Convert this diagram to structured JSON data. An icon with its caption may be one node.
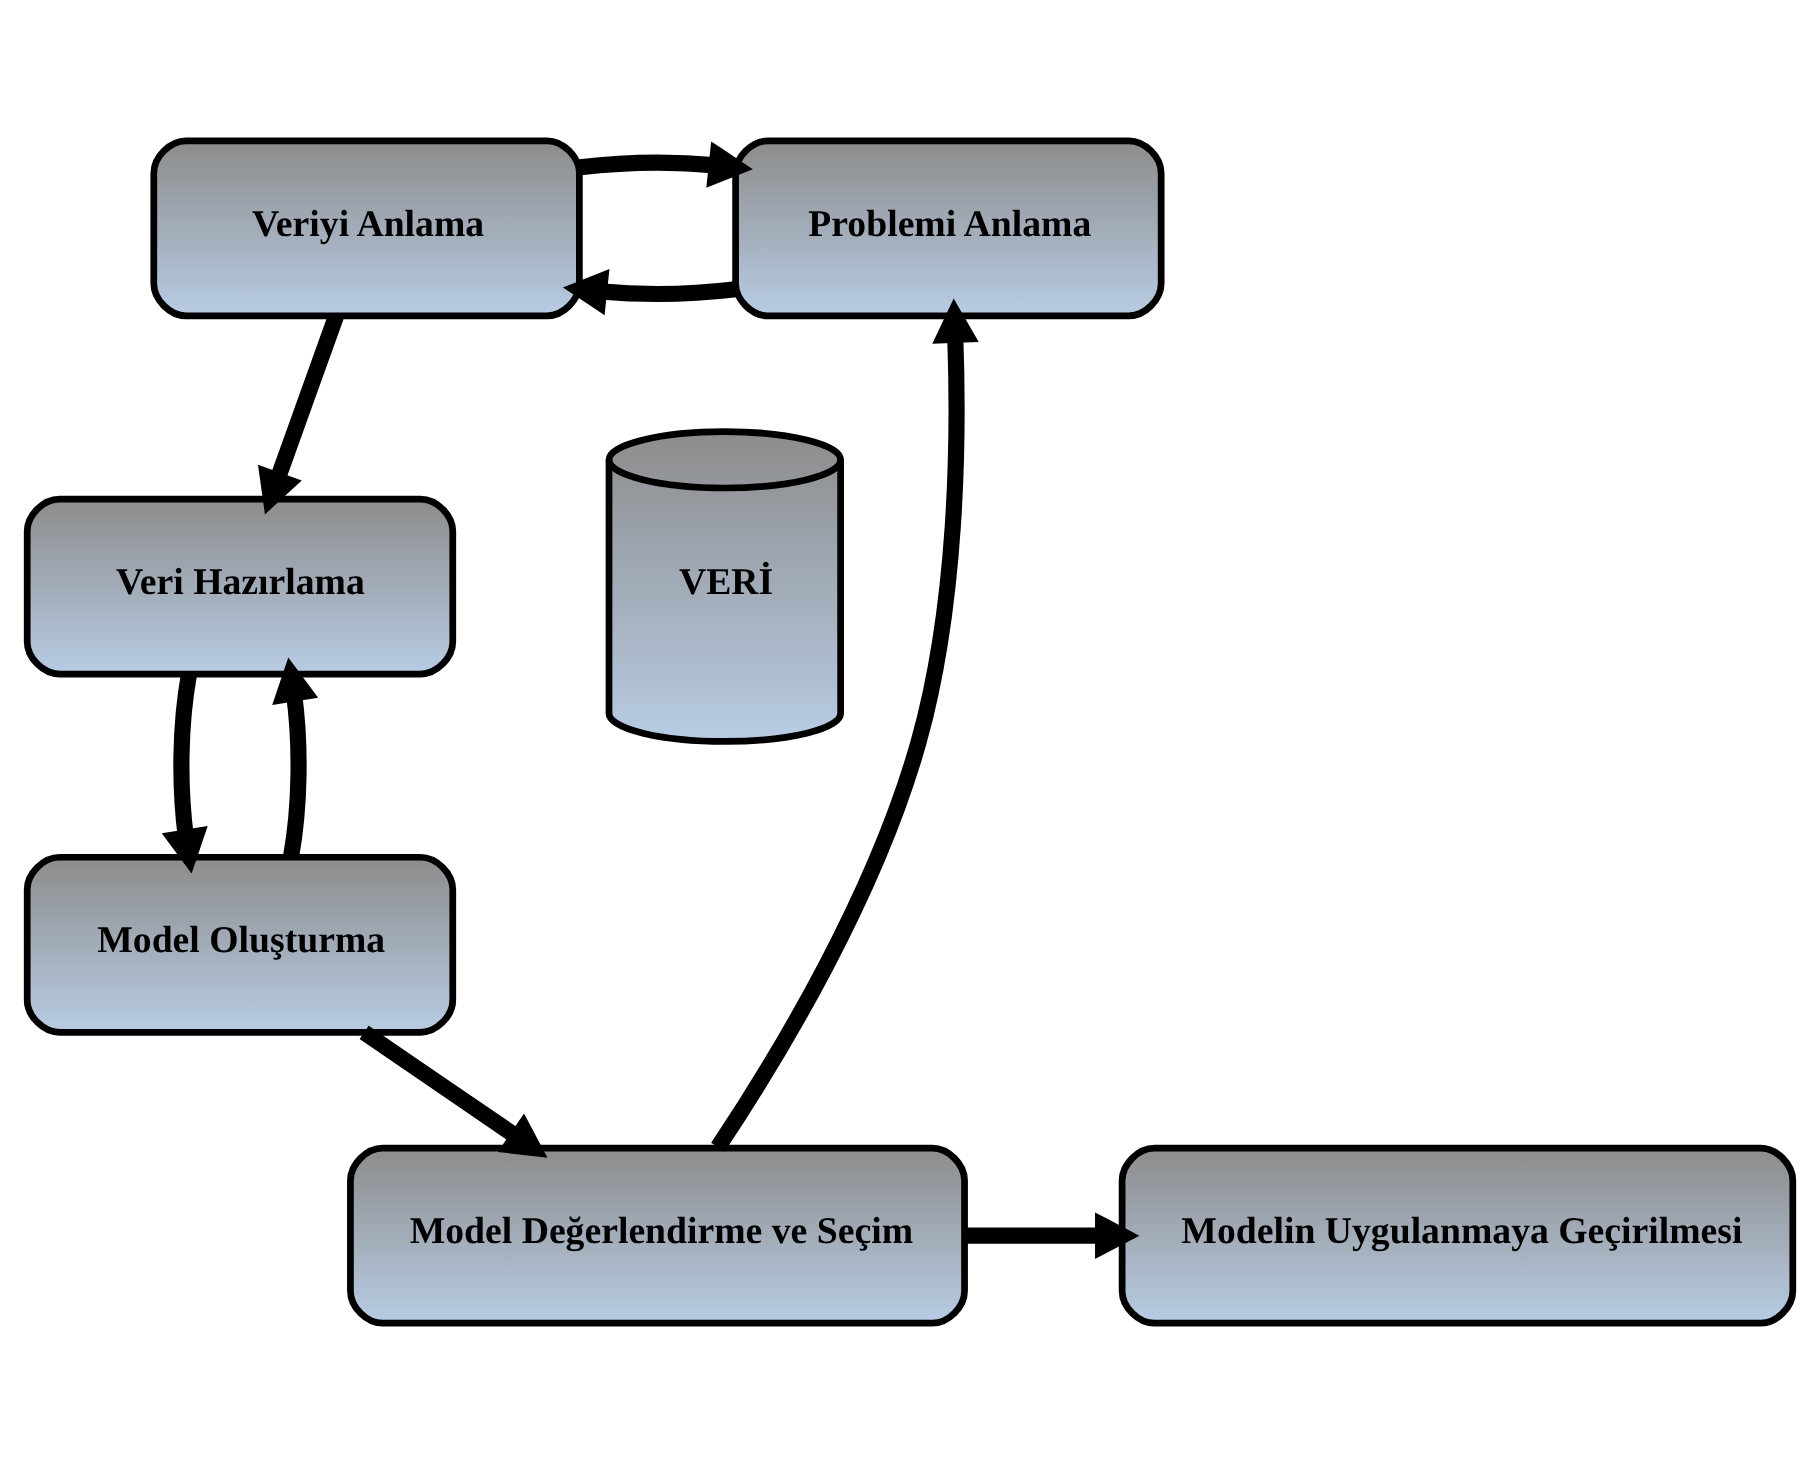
{
  "diagram": {
    "nodes": [
      {
        "text": [
          "Veriyi Anlama"
        ]
      },
      {
        "text": [
          "Veri Hazırlama"
        ]
      },
      {
        "text": [
          "Model Oluşturma"
        ]
      },
      {
        "text": [
          "Model Değerlendirme ve Seçim"
        ]
      },
      {
        "text": [
          "Modelin Uygulanmaya Geçirilmesi"
        ]
      },
      {
        "text": [
          "Problemi Anlama"
        ]
      },
      {
        "text": [
          "VERİ"
        ]
      }
    ],
    "edges": [
      {
        "from": 5,
        "to": 0,
        "arrow": "to"
      },
      {
        "from": 0,
        "to": 5,
        "arrow": "to"
      },
      {
        "from": 0,
        "to": 1,
        "arrow": "to"
      },
      {
        "from": 1,
        "to": 2,
        "arrow": "to"
      },
      {
        "from": 2,
        "to": 1,
        "arrow": "to"
      },
      {
        "from": 2,
        "to": 3,
        "arrow": "to"
      },
      {
        "from": 3,
        "to": 4,
        "arrow": "to"
      },
      {
        "from": 3,
        "to": 5,
        "arrow": "to"
      }
    ]
  }
}
